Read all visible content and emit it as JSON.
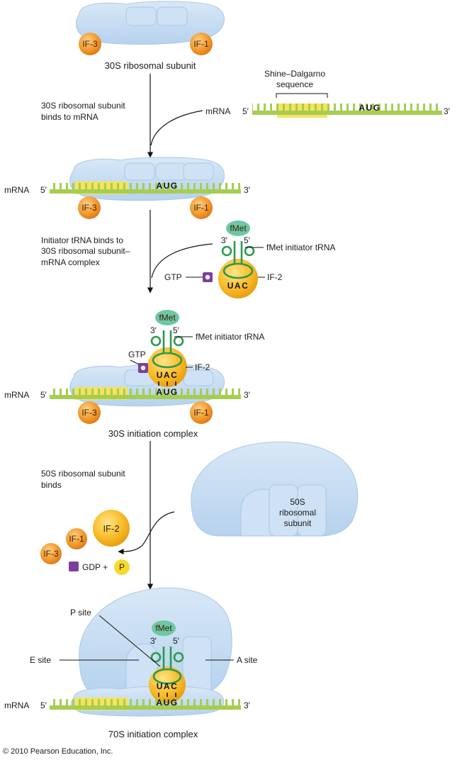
{
  "factors": {
    "if3": "IF-3",
    "if1": "IF-1",
    "if2": "IF-2",
    "p": "P"
  },
  "codons": {
    "aug": "AUG",
    "uac": "UAC"
  },
  "labels": {
    "mrna": "mRNA",
    "five_prime": "5′",
    "three_prime": "3′",
    "fmet": "fMet",
    "gtp": "GTP",
    "gdp_plus": "GDP +",
    "shine_dalgarno_line1": "Shine–Dalgarno",
    "shine_dalgarno_line2": "sequence",
    "fmet_trna": "fMet initiator tRNA",
    "p_site": "P site",
    "e_site": "E site",
    "a_site": "A site",
    "s50_line1": "50S",
    "s50_line2": "ribosomal",
    "s50_line3": "subunit"
  },
  "captions": {
    "s30": "30S ribosomal subunit",
    "s30_init": "30S initiation complex",
    "s70_init": "70S initiation complex"
  },
  "steps": {
    "step1_line1": "30S ribosomal subunit",
    "step1_line2": "binds to mRNA",
    "step2_line1": "Initiator tRNA binds to",
    "step2_line2": "30S ribosomal subunit–",
    "step2_line3": "mRNA complex",
    "step3_line1": "50S ribosomal subunit",
    "step3_line2": "binds"
  },
  "copyright": "© 2010 Pearson Education, Inc.",
  "colors": {
    "ribosome": "#c5dcf1",
    "ribosome_edge": "#9dbfe0",
    "mrna": "#a6cd52",
    "shine_dalgarno": "#f7e35a",
    "factor": "#f39a2c",
    "if2": "#f9bb28",
    "trna": "#2d9a4e",
    "fmet": "#6ec7a2",
    "gtp": "#7b3fa0",
    "phosphate": "#f6d92e"
  }
}
